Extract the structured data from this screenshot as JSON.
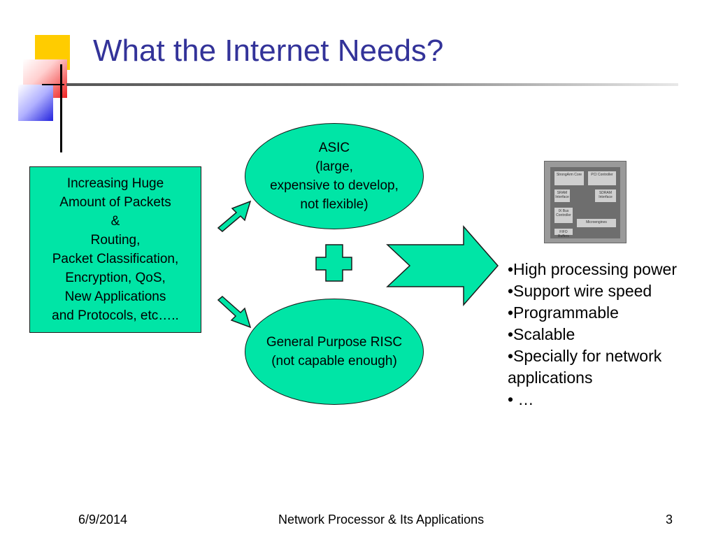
{
  "slide": {
    "title": "What the Internet Needs?",
    "left_box": {
      "text": "Increasing Huge \nAmount of Packets\n&\nRouting,\n Packet Classification,\nEncryption, QoS,\nNew Applications\nand Protocols, etc….."
    },
    "asic_ellipse": {
      "text": "ASIC\n(large,\nexpensive to develop,\nnot flexible)"
    },
    "risc_ellipse": {
      "text": "General Purpose RISC\n (not capable enough)"
    },
    "plus_icon": "plus-icon",
    "arrow_icons": [
      "arrow-up-right-icon",
      "arrow-down-right-icon",
      "big-right-arrow-icon"
    ],
    "chip_image": {
      "labels": [
        "StrongArm Core",
        "PCI Controller",
        "SRAM Interface",
        "SDRAM Interface",
        "IX Bus Controller",
        "Microengines",
        "FIFO Buffers"
      ]
    },
    "bullets": [
      "•High processing power",
      "•Support wire speed",
      "•Programmable",
      "•Scalable",
      "•Specially for network applications",
      "• …"
    ],
    "footer": {
      "date": "6/9/2014",
      "center": "Network Processor & Its Applications",
      "page": "3"
    },
    "colors": {
      "title": "#333399",
      "shape_fill": "#00e5a6",
      "accent_yellow": "#ffcc00",
      "accent_red": "#ee2222",
      "accent_blue": "#2222dd"
    }
  }
}
